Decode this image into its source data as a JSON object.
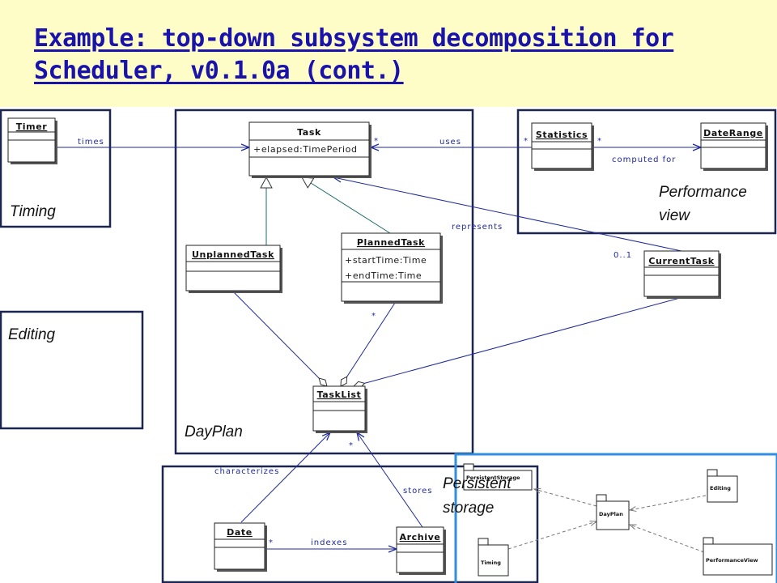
{
  "slide": {
    "title": "Example: top-down subsystem decomposition for Scheduler, v0.1.0a (cont.)"
  },
  "packages": {
    "timing": "Timing",
    "editing": "Editing",
    "dayplan": "DayPlan",
    "performance_line1": "Performance",
    "performance_line2": "view",
    "persistent_line1": "Persistent",
    "persistent_line2": "storage"
  },
  "classes": {
    "timer": {
      "name": "Timer"
    },
    "task": {
      "name": "Task",
      "attr1": "+elapsed:TimePeriod"
    },
    "unplanned_task": {
      "name": "UnplannedTask"
    },
    "planned_task": {
      "name": "PlannedTask",
      "attr1": "+startTime:Time",
      "attr2": "+endTime:Time"
    },
    "task_list": {
      "name": "TaskList"
    },
    "statistics": {
      "name": "Statistics"
    },
    "date_range": {
      "name": "DateRange"
    },
    "current_task": {
      "name": "CurrentTask"
    },
    "date": {
      "name": "Date"
    },
    "archive": {
      "name": "Archive"
    }
  },
  "associations": {
    "times": "times",
    "uses": "uses",
    "computed_for": "computed for",
    "represents": "represents",
    "characterizes": "characterizes",
    "stores": "stores",
    "indexes": "indexes"
  },
  "multiplicities": {
    "star": "*",
    "zero_one": "0..1"
  },
  "package_diagram": {
    "persistent_storage": "PersistentStorage",
    "editing": "Editing",
    "dayplan": "DayPlan",
    "timing": "Timing",
    "performance_view": "PerformanceView"
  },
  "colors": {
    "title_background": "#fefdc8",
    "title_text": "#1a13ab",
    "package_border": "#1c2550",
    "highlight_border": "#2c8fe0",
    "association_line": "#1e2a9a",
    "inheritance_line": "#1e6b6b"
  }
}
